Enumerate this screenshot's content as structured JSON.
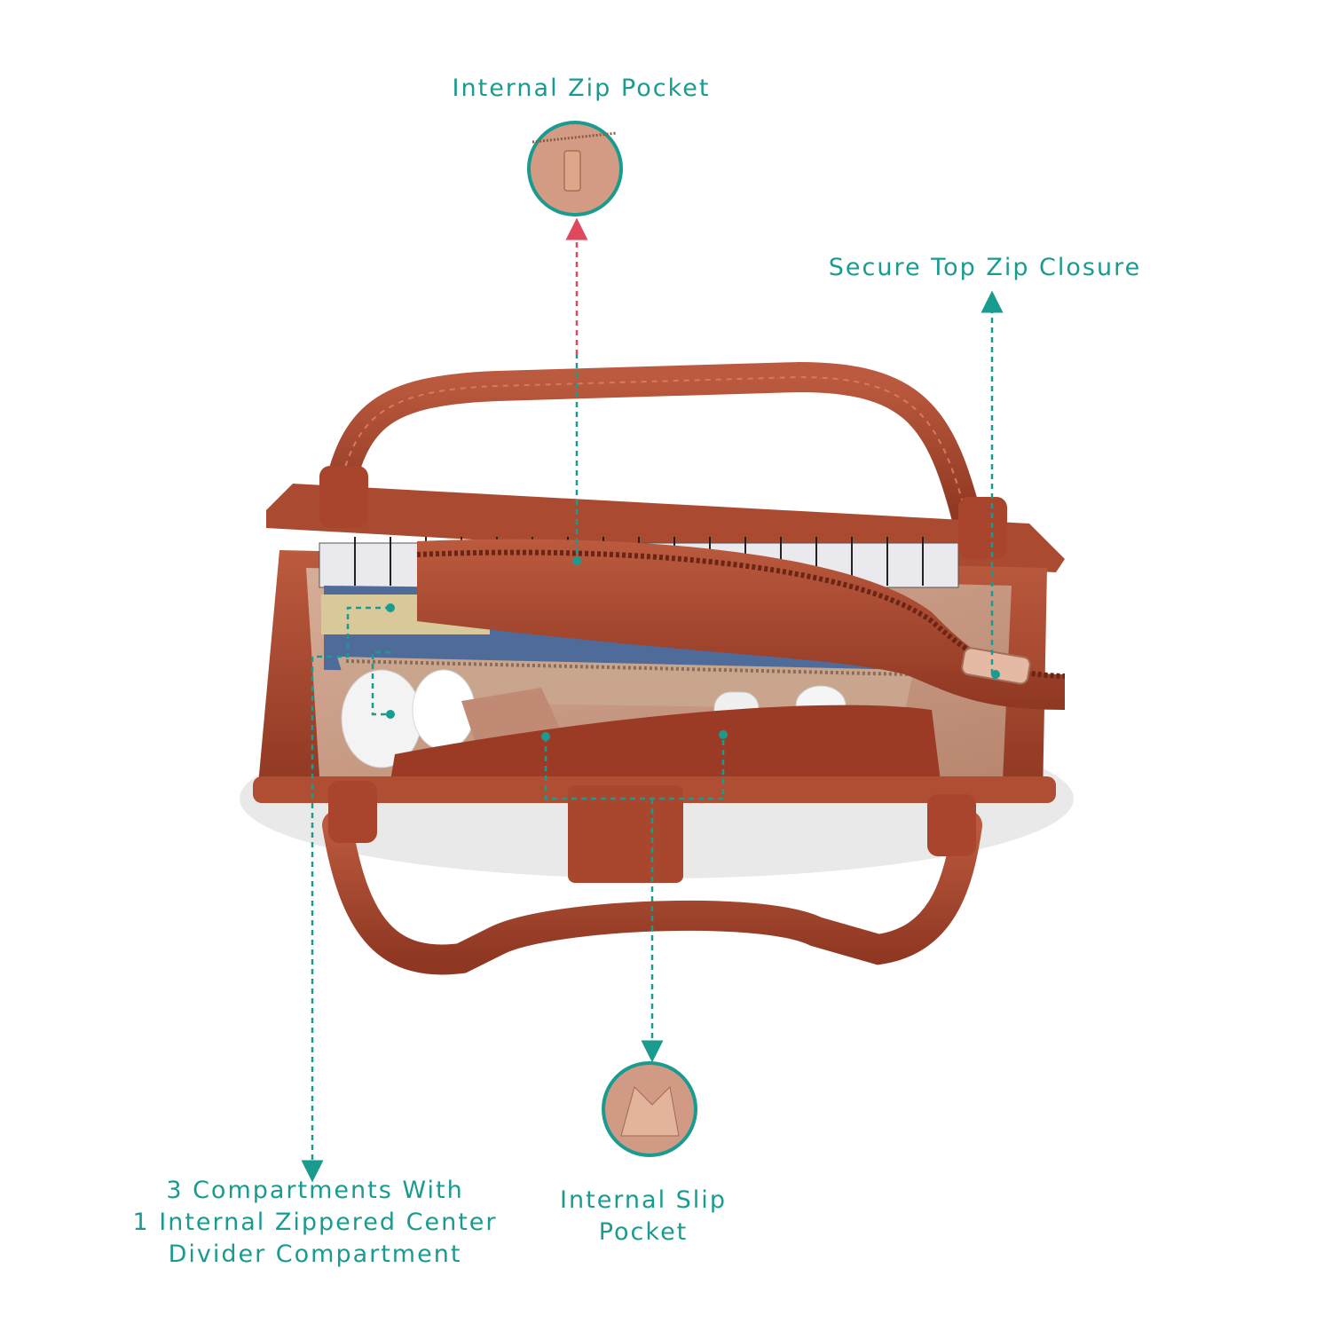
{
  "callouts": {
    "internal_zip_pocket": {
      "lines": [
        "Internal Zip Pocket"
      ]
    },
    "secure_top_zip_closure": {
      "lines": [
        "Secure Top Zip Closure"
      ]
    },
    "compartments": {
      "lines": [
        "3 Compartments With",
        "1 Internal Zippered Center",
        "Divider Compartment"
      ]
    },
    "internal_slip_pocket": {
      "lines": [
        "Internal Slip",
        "Pocket"
      ]
    }
  },
  "colors": {
    "accent": "#1a9b8f",
    "arrow_highlight": "#e0485e",
    "leather": "#a5452e",
    "lining": "#c79b85"
  }
}
